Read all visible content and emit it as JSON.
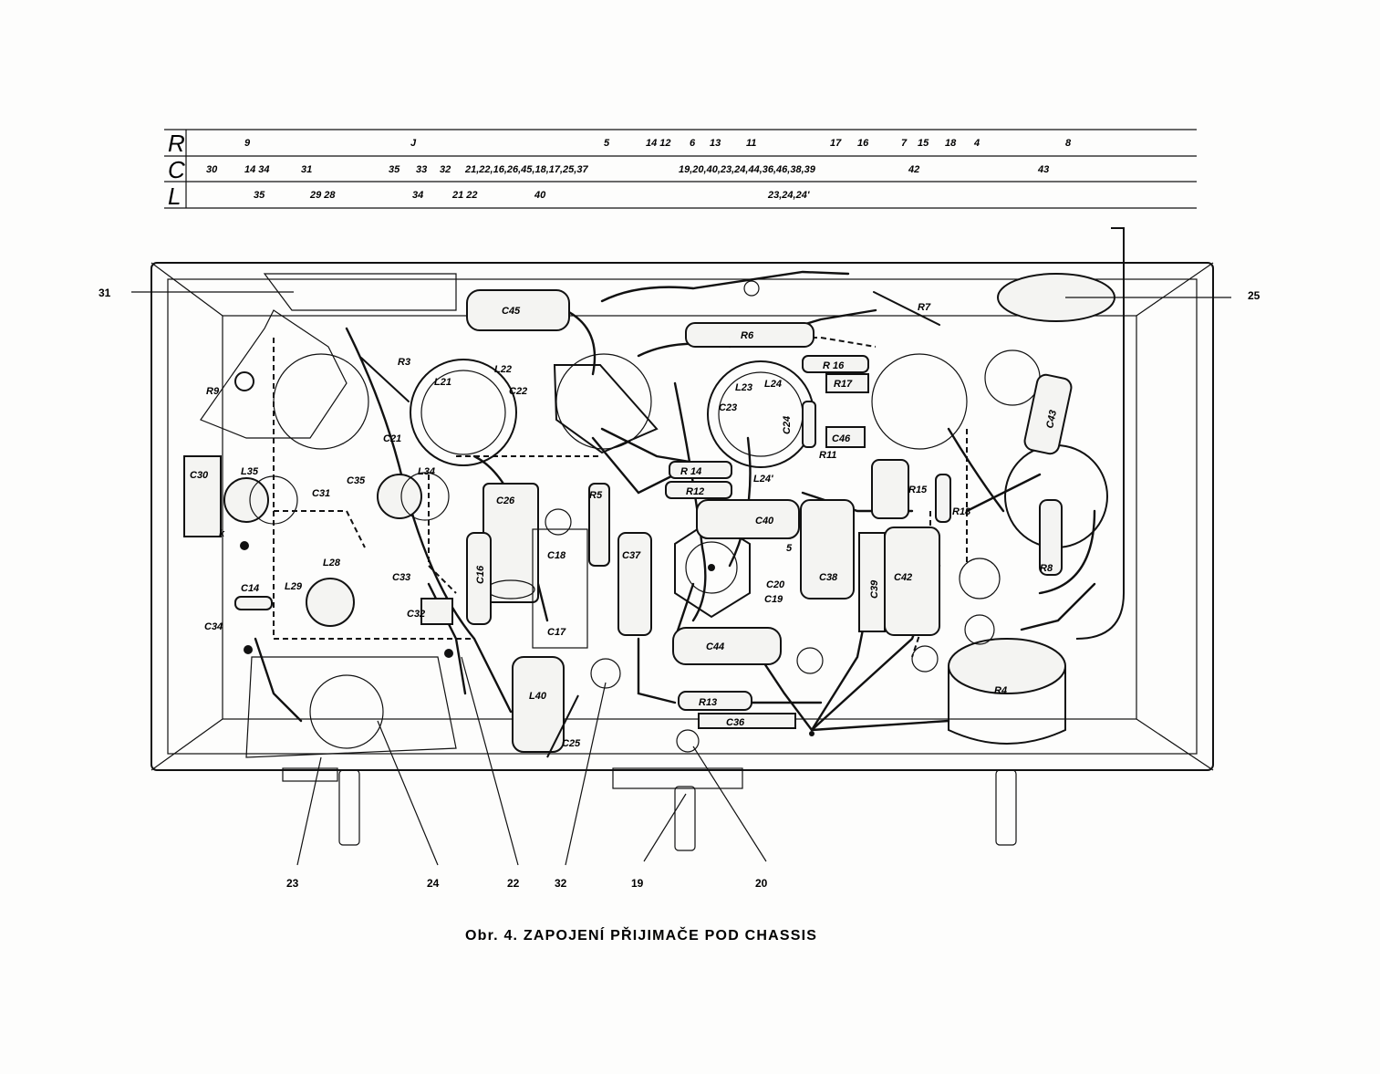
{
  "legend_table": {
    "rows": [
      {
        "key": "R",
        "entries": [
          "9",
          "J",
          "5",
          "14 12",
          "6",
          "13",
          "11",
          "17",
          "16",
          "7",
          "15",
          "18",
          "4",
          "8"
        ]
      },
      {
        "key": "C",
        "entries": [
          "30",
          "14 34",
          "31",
          "35",
          "33",
          "32",
          "21,22,16,26,45,18,17,25,37",
          "19,20,40,23,24,44,36,46,38,39",
          "42",
          "43"
        ]
      },
      {
        "key": "L",
        "entries": [
          "35",
          "29 28",
          "34",
          "21 22",
          "40",
          "23,24,24'"
        ]
      }
    ]
  },
  "callouts": {
    "c31": "31",
    "c25": "25",
    "c23": "23",
    "c24": "24",
    "c22": "22",
    "c32": "32",
    "c19": "19",
    "c20": "20"
  },
  "components": {
    "C45": "C45",
    "R6": "R6",
    "R7": "R7",
    "R3": "R3",
    "L21": "L21",
    "L22": "L22",
    "C22": "C22",
    "C21": "C21",
    "R9": "R9",
    "L23": "L23",
    "L24": "L24",
    "C23": "C23",
    "C24": "C24",
    "R16": "R 16",
    "R17": "R17",
    "R11": "R11",
    "C46": "C46",
    "C30": "C30",
    "L35": "L35",
    "C31": "C31",
    "C35": "C35",
    "L34": "L34",
    "R14": "R 14",
    "R12": "R12",
    "L24p": "L24'",
    "R15": "R15",
    "R18": "R18",
    "C43": "C43",
    "C26": "C26",
    "R5": "R5",
    "C40": "C40",
    "C16": "C16",
    "C18": "C18",
    "C37": "C37",
    "C20": "C20",
    "C19": "C19",
    "C38": "C38",
    "C39": "C39",
    "C42": "C42",
    "R8": "R8",
    "L28": "L28",
    "L29": "L29",
    "C14": "C14",
    "C33": "C33",
    "C34": "C34",
    "C32": "C32",
    "C17": "C17",
    "C44": "C44",
    "R4": "R4",
    "L40": "L40",
    "R13": "R13",
    "C36": "C36",
    "C25": "C25",
    "k": "k",
    "n5": "5"
  },
  "caption": "Obr. 4. ZAPOJENÍ PŘIJIMAČE POD CHASSIS"
}
